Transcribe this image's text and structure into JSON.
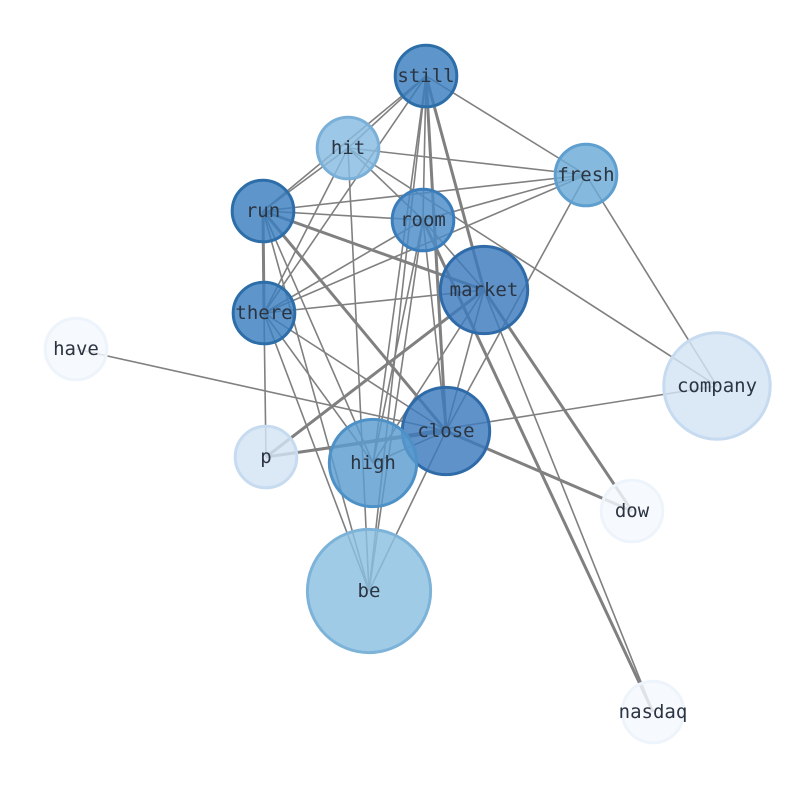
{
  "nodes": [
    {
      "id": "still",
      "label": "still",
      "size": 0.55,
      "color": "#3a7fc0",
      "border": "#2d6ea8"
    },
    {
      "id": "hit",
      "label": "hit",
      "size": 0.55,
      "color": "#86bbe0",
      "border": "#7ab0d8"
    },
    {
      "id": "fresh",
      "label": "fresh",
      "size": 0.55,
      "color": "#6aaad6",
      "border": "#5e9fcf"
    },
    {
      "id": "run",
      "label": "run",
      "size": 0.55,
      "color": "#3a7fc0",
      "border": "#2d6ea8"
    },
    {
      "id": "room",
      "label": "room",
      "size": 0.55,
      "color": "#4a8cc8",
      "border": "#3a7dba"
    },
    {
      "id": "market",
      "label": "market",
      "size": 0.78,
      "color": "#3a7abd",
      "border": "#2f6ba8"
    },
    {
      "id": "there",
      "label": "there",
      "size": 0.55,
      "color": "#3a7fc0",
      "border": "#2d6ea8"
    },
    {
      "id": "have",
      "label": "have",
      "size": 0.55,
      "color": "#f4f8fd",
      "border": "#eef4fb"
    },
    {
      "id": "company",
      "label": "company",
      "size": 0.95,
      "color": "#d3e3f4",
      "border": "#c7dbf0"
    },
    {
      "id": "close",
      "label": "close",
      "size": 0.78,
      "color": "#3a7abd",
      "border": "#2f6ba8"
    },
    {
      "id": "p",
      "label": "p",
      "size": 0.55,
      "color": "#d3e3f4",
      "border": "#c7dbf0"
    },
    {
      "id": "high",
      "label": "high",
      "size": 0.78,
      "color": "#5a9ccf",
      "border": "#4e91c6"
    },
    {
      "id": "dow",
      "label": "dow",
      "size": 0.55,
      "color": "#f4f8fd",
      "border": "#eef4fb"
    },
    {
      "id": "be",
      "label": "be",
      "size": 1.1,
      "color": "#8bbfe0",
      "border": "#7db3d8"
    },
    {
      "id": "nasdaq",
      "label": "nasdaq",
      "size": 0.55,
      "color": "#f4f8fd",
      "border": "#eef4fb"
    }
  ],
  "edges": [
    {
      "source": "still",
      "target": "hit",
      "weight": 1
    },
    {
      "source": "still",
      "target": "fresh",
      "weight": 1
    },
    {
      "source": "still",
      "target": "run",
      "weight": 1
    },
    {
      "source": "still",
      "target": "there",
      "weight": 1
    },
    {
      "source": "still",
      "target": "market",
      "weight": 2
    },
    {
      "source": "still",
      "target": "close",
      "weight": 2
    },
    {
      "source": "still",
      "target": "high",
      "weight": 1
    },
    {
      "source": "still",
      "target": "be",
      "weight": 1
    },
    {
      "source": "still",
      "target": "room",
      "weight": 1
    },
    {
      "source": "hit",
      "target": "fresh",
      "weight": 1
    },
    {
      "source": "hit",
      "target": "room",
      "weight": 1
    },
    {
      "source": "hit",
      "target": "company",
      "weight": 1
    },
    {
      "source": "hit",
      "target": "there",
      "weight": 1
    },
    {
      "source": "hit",
      "target": "be",
      "weight": 1
    },
    {
      "source": "hit",
      "target": "run",
      "weight": 1
    },
    {
      "source": "fresh",
      "target": "room",
      "weight": 1
    },
    {
      "source": "fresh",
      "target": "run",
      "weight": 1
    },
    {
      "source": "fresh",
      "target": "company",
      "weight": 1
    },
    {
      "source": "fresh",
      "target": "close",
      "weight": 1
    },
    {
      "source": "fresh",
      "target": "there",
      "weight": 1
    },
    {
      "source": "run",
      "target": "room",
      "weight": 1
    },
    {
      "source": "run",
      "target": "market",
      "weight": 2
    },
    {
      "source": "run",
      "target": "there",
      "weight": 2
    },
    {
      "source": "run",
      "target": "close",
      "weight": 2
    },
    {
      "source": "run",
      "target": "high",
      "weight": 1
    },
    {
      "source": "run",
      "target": "be",
      "weight": 1
    },
    {
      "source": "room",
      "target": "market",
      "weight": 1
    },
    {
      "source": "room",
      "target": "close",
      "weight": 1
    },
    {
      "source": "room",
      "target": "high",
      "weight": 1
    },
    {
      "source": "room",
      "target": "there",
      "weight": 1
    },
    {
      "source": "room",
      "target": "be",
      "weight": 1
    },
    {
      "source": "room",
      "target": "nasdaq",
      "weight": 2
    },
    {
      "source": "market",
      "target": "there",
      "weight": 1
    },
    {
      "source": "market",
      "target": "close",
      "weight": 1
    },
    {
      "source": "market",
      "target": "p",
      "weight": 2
    },
    {
      "source": "market",
      "target": "high",
      "weight": 1
    },
    {
      "source": "market",
      "target": "dow",
      "weight": 2
    },
    {
      "source": "market",
      "target": "nasdaq",
      "weight": 1
    },
    {
      "source": "there",
      "target": "p",
      "weight": 1
    },
    {
      "source": "there",
      "target": "high",
      "weight": 1
    },
    {
      "source": "there",
      "target": "close",
      "weight": 1
    },
    {
      "source": "there",
      "target": "be",
      "weight": 1
    },
    {
      "source": "have",
      "target": "close",
      "weight": 1
    },
    {
      "source": "company",
      "target": "p",
      "weight": 1
    },
    {
      "source": "close",
      "target": "p",
      "weight": 2
    },
    {
      "source": "close",
      "target": "dow",
      "weight": 2
    },
    {
      "source": "close",
      "target": "high",
      "weight": 1
    },
    {
      "source": "close",
      "target": "be",
      "weight": 1
    }
  ]
}
